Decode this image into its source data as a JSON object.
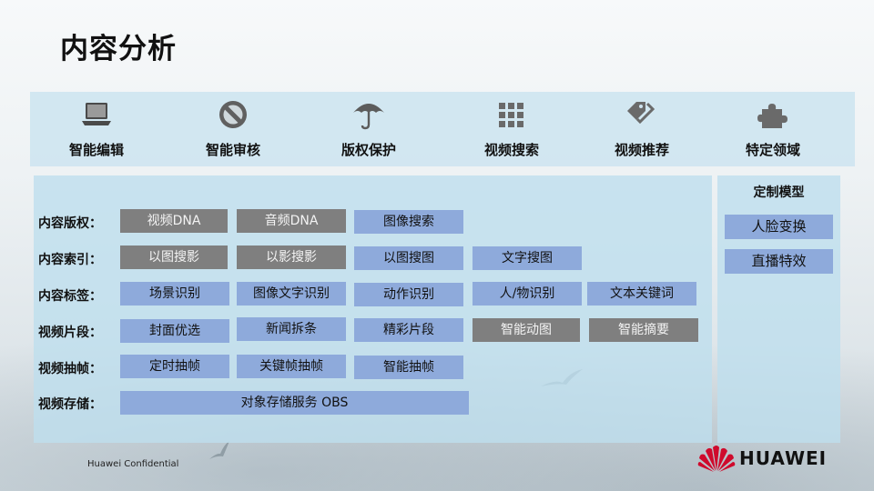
{
  "title": "内容分析",
  "features": [
    {
      "label": "智能编辑",
      "icon": "laptop-icon"
    },
    {
      "label": "智能审核",
      "icon": "prohibited-icon"
    },
    {
      "label": "版权保护",
      "icon": "umbrella-icon"
    },
    {
      "label": "视频搜索",
      "icon": "grid-icon"
    },
    {
      "label": "视频推荐",
      "icon": "tags-icon"
    },
    {
      "label": "特定领域",
      "icon": "puzzle-icon"
    }
  ],
  "rows": [
    {
      "label": "内容版权：",
      "chips": [
        {
          "text": "视频DNA",
          "style": "gray"
        },
        {
          "text": "音频DNA",
          "style": "gray"
        },
        {
          "text": "图像搜索",
          "style": "blue"
        }
      ]
    },
    {
      "label": "内容索引：",
      "chips": [
        {
          "text": "以图搜影",
          "style": "gray"
        },
        {
          "text": "以影搜影",
          "style": "gray"
        },
        {
          "text": "以图搜图",
          "style": "blue"
        },
        {
          "text": "文字搜图",
          "style": "blue"
        }
      ]
    },
    {
      "label": "内容标签：",
      "chips": [
        {
          "text": "场景识别",
          "style": "blue"
        },
        {
          "text": "图像文字识别",
          "style": "blue"
        },
        {
          "text": "动作识别",
          "style": "blue"
        },
        {
          "text": "人/物识别",
          "style": "blue"
        },
        {
          "text": "文本关键词",
          "style": "blue"
        }
      ]
    },
    {
      "label": "视频片段：",
      "chips": [
        {
          "text": "封面优选",
          "style": "blue"
        },
        {
          "text": "新闻拆条",
          "style": "blue"
        },
        {
          "text": "精彩片段",
          "style": "blue"
        },
        {
          "text": "智能动图",
          "style": "gray"
        },
        {
          "text": "智能摘要",
          "style": "gray"
        }
      ]
    },
    {
      "label": "视频抽帧：",
      "chips": [
        {
          "text": "定时抽帧",
          "style": "blue"
        },
        {
          "text": "关键帧抽帧",
          "style": "blue"
        },
        {
          "text": "智能抽帧",
          "style": "blue"
        }
      ]
    },
    {
      "label": "视频存储：",
      "chips": [
        {
          "text": "对象存储服务 OBS",
          "style": "blue"
        }
      ]
    }
  ],
  "custom_model": {
    "title": "定制模型",
    "items": [
      "人脸变换",
      "直播特效"
    ]
  },
  "footer": {
    "confidential": "Huawei Confidential",
    "brand": "HUAWEI",
    "brand_color": "#cf0a2c"
  },
  "colors": {
    "chip_blue": "#8eaadb",
    "chip_gray": "#7f7f7f",
    "panel": "#bedeee"
  }
}
